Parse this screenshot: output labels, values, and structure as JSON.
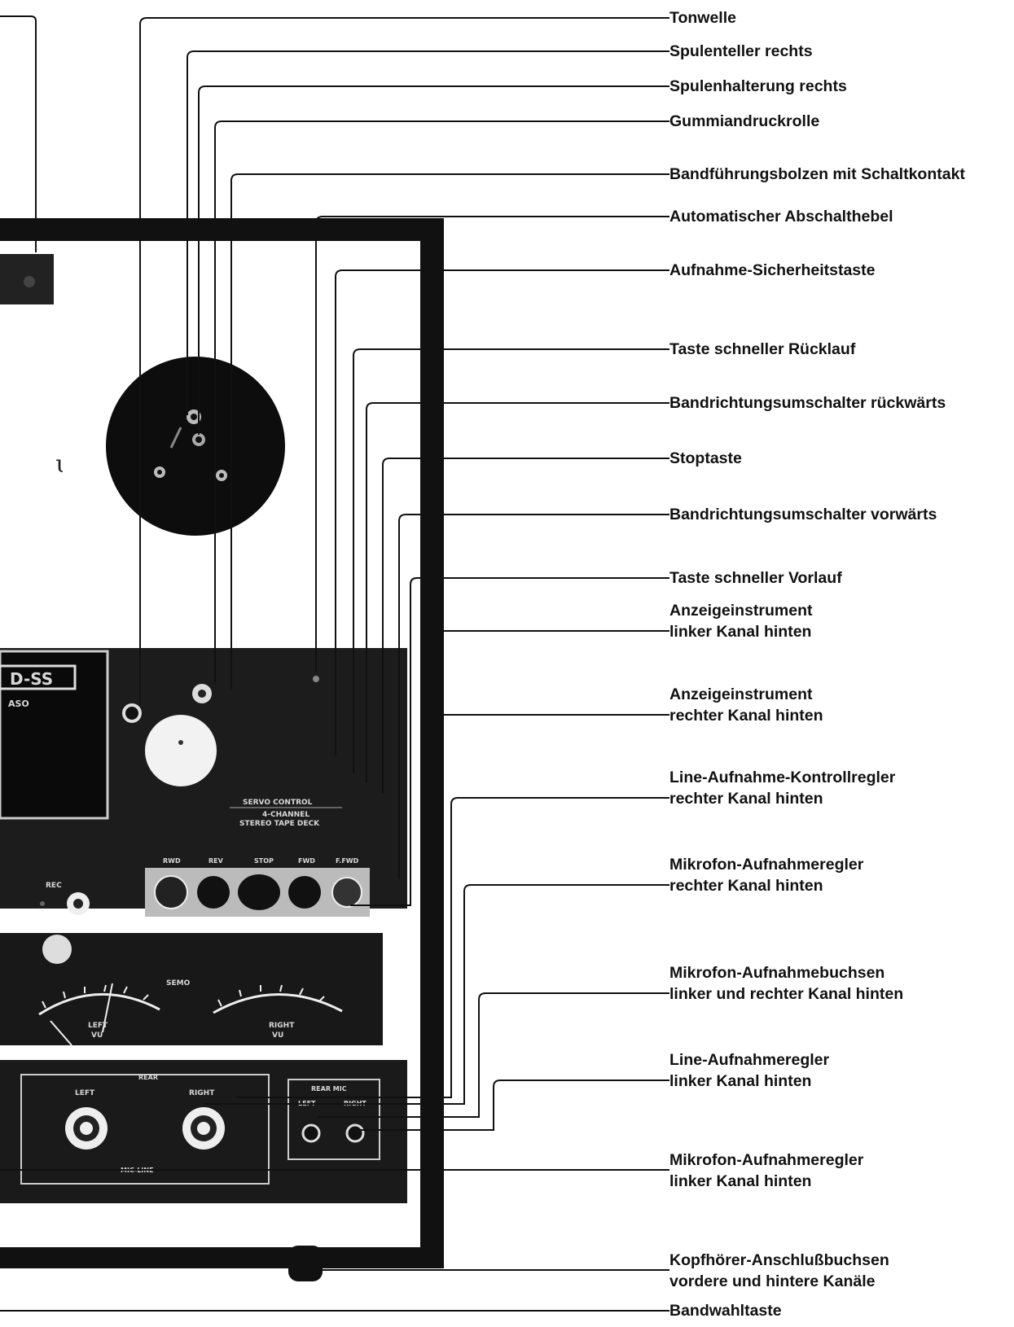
{
  "callouts": [
    {
      "id": "tonwelle",
      "lines": [
        "Tonwelle"
      ]
    },
    {
      "id": "spulenteller-rechts",
      "lines": [
        "Spulenteller rechts"
      ]
    },
    {
      "id": "spulenhalterung-rechts",
      "lines": [
        "Spulenhalterung rechts"
      ]
    },
    {
      "id": "gummiandruckrolle",
      "lines": [
        "Gummiandruckrolle"
      ]
    },
    {
      "id": "bandfuehrungsbolzen",
      "lines": [
        "Bandführungsbolzen mit Schaltkontakt"
      ]
    },
    {
      "id": "abschalthebel",
      "lines": [
        "Automatischer Abschalthebel"
      ]
    },
    {
      "id": "aufnahme-sicherheitstaste",
      "lines": [
        "Aufnahme-Sicherheitstaste"
      ]
    },
    {
      "id": "taste-schneller-ruecklauf",
      "lines": [
        "Taste schneller Rücklauf"
      ]
    },
    {
      "id": "bandrichtung-rueckwaerts",
      "lines": [
        "Bandrichtungsumschalter rückwärts"
      ]
    },
    {
      "id": "stoptaste",
      "lines": [
        "Stoptaste"
      ]
    },
    {
      "id": "bandrichtung-vorwaerts",
      "lines": [
        "Bandrichtungsumschalter vorwärts"
      ]
    },
    {
      "id": "taste-schneller-vorlauf",
      "lines": [
        "Taste schneller Vorlauf"
      ]
    },
    {
      "id": "anzeige-links-hinten",
      "lines": [
        "Anzeigeinstrument",
        "linker Kanal hinten"
      ]
    },
    {
      "id": "anzeige-rechts-hinten",
      "lines": [
        "Anzeigeinstrument",
        "rechter Kanal hinten"
      ]
    },
    {
      "id": "line-kontrollregler-rechts",
      "lines": [
        "Line-Aufnahme-Kontrollregler",
        "rechter Kanal hinten"
      ]
    },
    {
      "id": "mikrofon-regler-rechts",
      "lines": [
        "Mikrofon-Aufnahmeregler",
        "rechter Kanal hinten"
      ]
    },
    {
      "id": "mikrofon-buchsen",
      "lines": [
        "Mikrofon-Aufnahmebuchsen",
        "linker und rechter Kanal hinten"
      ]
    },
    {
      "id": "line-regler-links",
      "lines": [
        "Line-Aufnahmeregler",
        "linker Kanal hinten"
      ]
    },
    {
      "id": "mikrofon-regler-links",
      "lines": [
        "Mikrofon-Aufnahmeregler",
        "linker Kanal hinten"
      ]
    },
    {
      "id": "kopfhoerer-buchsen",
      "lines": [
        "Kopfhörer-Anschlußbuchsen",
        "vordere und hintere Kanäle"
      ]
    },
    {
      "id": "bandwahltaste",
      "lines": [
        "Bandwahltaste"
      ]
    }
  ],
  "device_text": {
    "model": "D-SS",
    "model_sub": "ASO",
    "panel_line1": "SERVO CONTROL",
    "panel_line2": "4-CHANNEL",
    "panel_line3": "STEREO TAPE DECK",
    "buttons": [
      "RWD",
      "REV",
      "STOP",
      "FWD",
      "F.FWD"
    ],
    "rec": "REC",
    "vu_brand": "SEMO",
    "vu_left": [
      "LEFT",
      "VU"
    ],
    "vu_right": [
      "RIGHT",
      "VU"
    ],
    "rear_title": "REAR",
    "knob_left": "LEFT",
    "knob_right": "RIGHT",
    "mic_line": "MIC-LINE",
    "jack_title": "REAR MIC",
    "jack_left": "LEFT",
    "jack_right": "RIGHT"
  }
}
